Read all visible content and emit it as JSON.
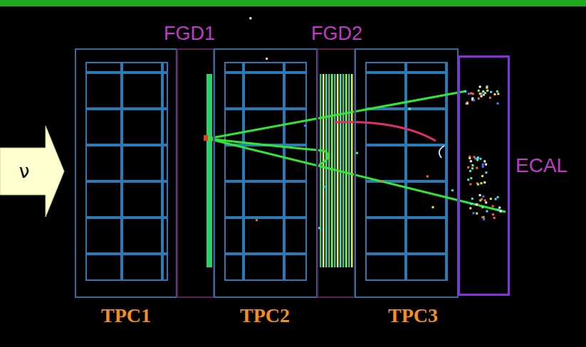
{
  "diagram": {
    "nodes": [
      {
        "text": [
          "ν"
        ]
      },
      {
        "text": [
          "TPC1"
        ]
      },
      {
        "text": [
          "FGD1"
        ]
      },
      {
        "text": [
          "TPC2"
        ]
      },
      {
        "text": [
          "FGD2"
        ]
      },
      {
        "text": [
          "TPC3"
        ]
      },
      {
        "text": [
          "ECAL"
        ]
      }
    ]
  }
}
